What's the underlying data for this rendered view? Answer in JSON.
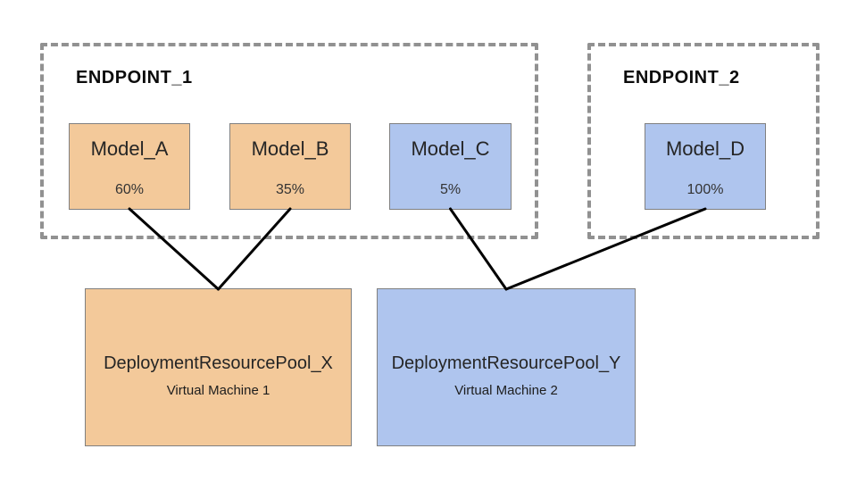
{
  "endpoints": [
    {
      "label": "ENDPOINT_1"
    },
    {
      "label": "ENDPOINT_2"
    }
  ],
  "models": [
    {
      "name": "Model_A",
      "traffic_split": "60%"
    },
    {
      "name": "Model_B",
      "traffic_split": "35%"
    },
    {
      "name": "Model_C",
      "traffic_split": "5%"
    },
    {
      "name": "Model_D",
      "traffic_split": "100%"
    }
  ],
  "pools": [
    {
      "name": "DeploymentResourcePool_X",
      "machine": "Virtual Machine 1"
    },
    {
      "name": "DeploymentResourcePool_Y",
      "machine": "Virtual Machine 2"
    }
  ],
  "connections": [
    {
      "model": 0,
      "pool": 0
    },
    {
      "model": 1,
      "pool": 0
    },
    {
      "model": 2,
      "pool": 1
    },
    {
      "model": 3,
      "pool": 1
    }
  ],
  "colors": {
    "orange_fill": "#F3C99A",
    "blue_fill": "#AFC5EE",
    "box_border": "#808080",
    "dashed_border": "#919191",
    "connector": "#000000",
    "text": "#2B2B2B"
  }
}
